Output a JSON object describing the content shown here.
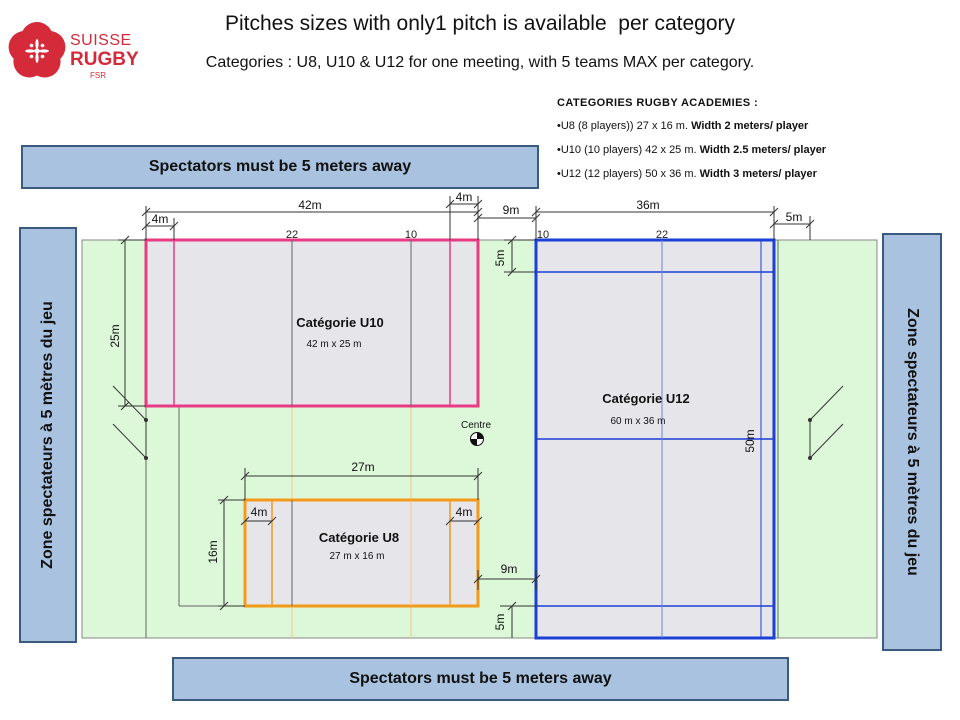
{
  "header": {
    "title": "Pitches sizes with only1 pitch is available  per category",
    "subtitle": "Categories : U8, U10 & U12 for one meeting, with 5 teams MAX per category."
  },
  "logo": {
    "line1": "SUISSE",
    "line2": "RUGBY",
    "line3": "FSR",
    "color": "#d42a3a"
  },
  "categories_info": {
    "heading": "CATEGORIES RUGBY ACADEMIES :",
    "items": [
      {
        "plain": "•U8 (8 players)) 27 x 16 m. ",
        "bold": "Width 2 meters/ player"
      },
      {
        "plain": "•U10 (10 players) 42 x 25 m. ",
        "bold": "Width 2.5 meters/ player"
      },
      {
        "plain": "•U12 (12 players) 50 x 36 m. ",
        "bold": "Width 3 meters/ player"
      }
    ]
  },
  "banners": {
    "top": "Spectators must be 5 meters away",
    "bottom": "Spectators must be 5 meters away",
    "left": "Zone spectateurs à 5 mètres du jeu",
    "right": "Zone spectateurs à 5 mètres du jeu"
  },
  "diagram": {
    "field_color": "#dcf8d8",
    "pitch_fill": "#e6e6ea",
    "centre_label": "Centre",
    "pitches": {
      "u10": {
        "name": "Catégorie U10",
        "size": "42 m x 25 m",
        "color": "#e83a84"
      },
      "u8": {
        "name": "Catégorie U8",
        "size": "27 m x 16 m",
        "color": "#f39a1a"
      },
      "u12": {
        "name": "Catégorie U12",
        "size": "60 m x 36 m",
        "color": "#1c3fd6"
      }
    },
    "line_labels": {
      "l22a": "22",
      "l10a": "10",
      "l10b": "10",
      "l22b": "22"
    },
    "dimensions": {
      "d4m_top_left": "4m",
      "d42m": "42m",
      "d4m_top_mid": "4m",
      "d9m_top": "9m",
      "d36m": "36m",
      "d5m_top_right": "5m",
      "d5m_upper": "5m",
      "d25m": "25m",
      "d27m": "27m",
      "d4m_u8_left": "4m",
      "d4m_u8_right": "4m",
      "d16m": "16m",
      "d9m_bottom": "9m",
      "d5m_lower": "5m",
      "d50m": "50m"
    }
  }
}
